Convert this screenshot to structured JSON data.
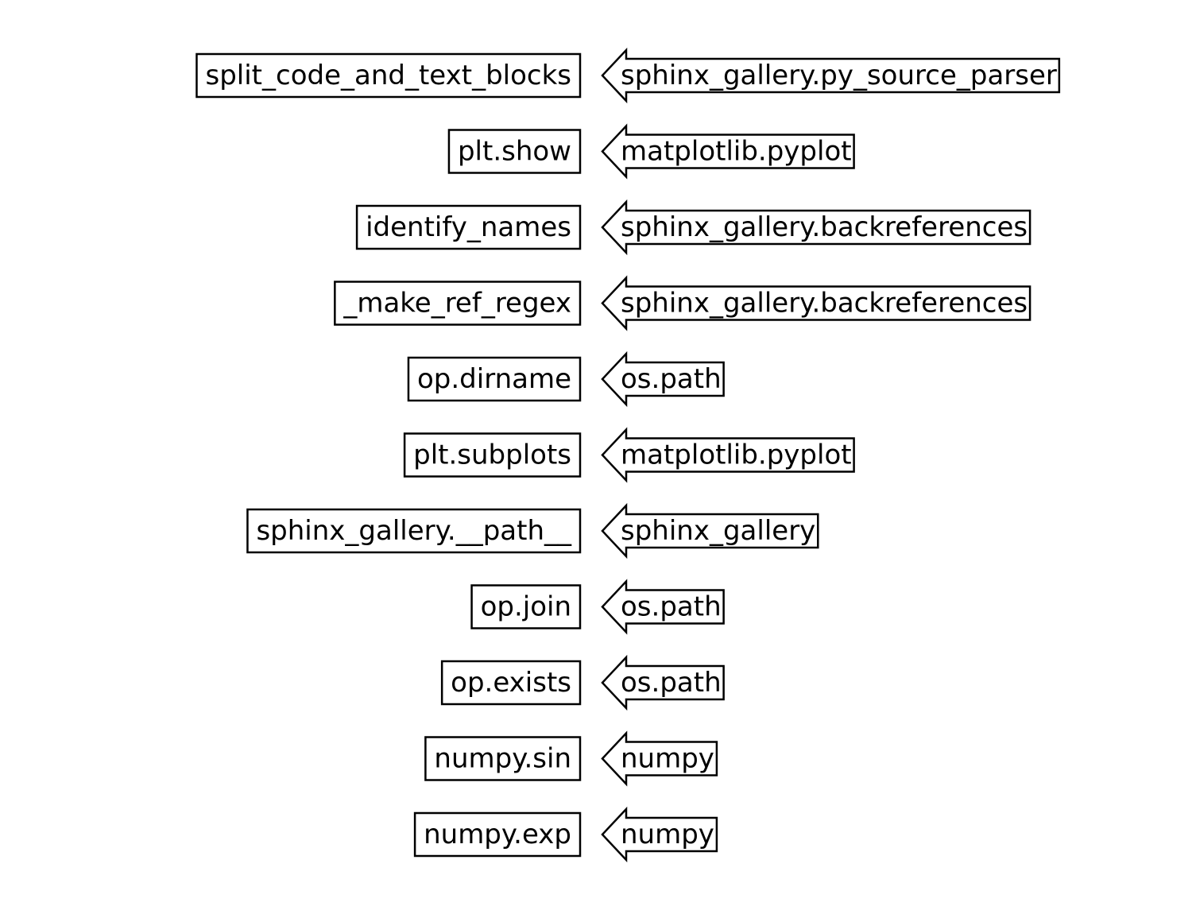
{
  "rows": [
    {
      "name": "split_code_and_text_blocks",
      "module": "sphinx_gallery.py_source_parser"
    },
    {
      "name": "plt.show",
      "module": "matplotlib.pyplot"
    },
    {
      "name": "identify_names",
      "module": "sphinx_gallery.backreferences"
    },
    {
      "name": "_make_ref_regex",
      "module": "sphinx_gallery.backreferences"
    },
    {
      "name": "op.dirname",
      "module": "os.path"
    },
    {
      "name": "plt.subplots",
      "module": "matplotlib.pyplot"
    },
    {
      "name": "sphinx_gallery.__path__",
      "module": "sphinx_gallery"
    },
    {
      "name": "op.join",
      "module": "os.path"
    },
    {
      "name": "op.exists",
      "module": "os.path"
    },
    {
      "name": "numpy.sin",
      "module": "numpy"
    },
    {
      "name": "numpy.exp",
      "module": "numpy"
    }
  ],
  "colors": {
    "stroke": "#000000",
    "fill": "#ffffff",
    "text": "#000000"
  }
}
